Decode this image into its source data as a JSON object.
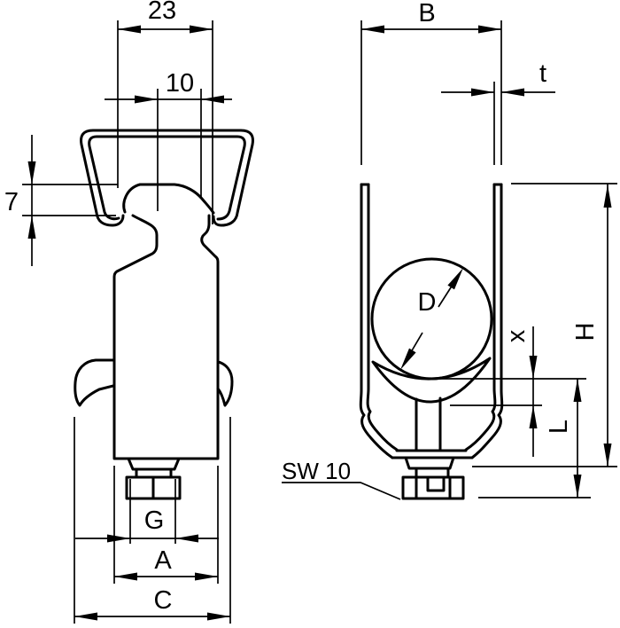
{
  "canvas": {
    "background": "#ffffff",
    "line_color": "#000000"
  },
  "front_view": {
    "dim_23": "23",
    "dim_10": "10",
    "dim_7": "7",
    "dim_g": "G",
    "dim_a": "A",
    "dim_c": "C"
  },
  "side_view": {
    "dim_b": "B",
    "dim_t": "t",
    "dim_d": "D",
    "dim_x": "x",
    "dim_h": "H",
    "dim_l": "L",
    "label_sw": "SW 10"
  }
}
